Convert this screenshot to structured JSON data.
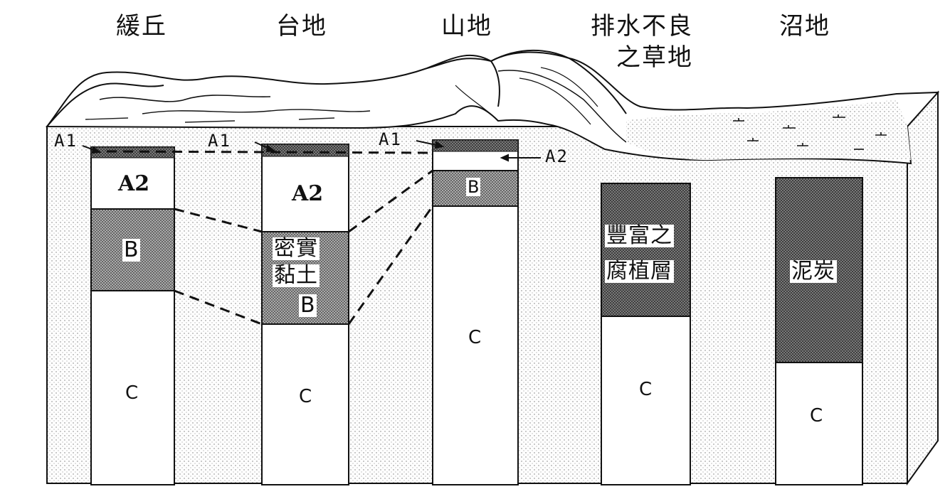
{
  "landforms": [
    "緩丘",
    "台地",
    "山地",
    "排水不良",
    "之草地",
    "沼地"
  ],
  "horizons": {
    "a1": "A1",
    "a2": "A2",
    "b": "B",
    "c": "C"
  },
  "annotations": {
    "dense_clay_line1": "密實",
    "dense_clay_line2": "黏土",
    "humus_line1": "豐富之",
    "humus_line2": "腐植層",
    "peat": "泥炭"
  },
  "colors": {
    "ink": "#111111",
    "paper": "#ffffff",
    "shading": "#9a9a9a"
  }
}
